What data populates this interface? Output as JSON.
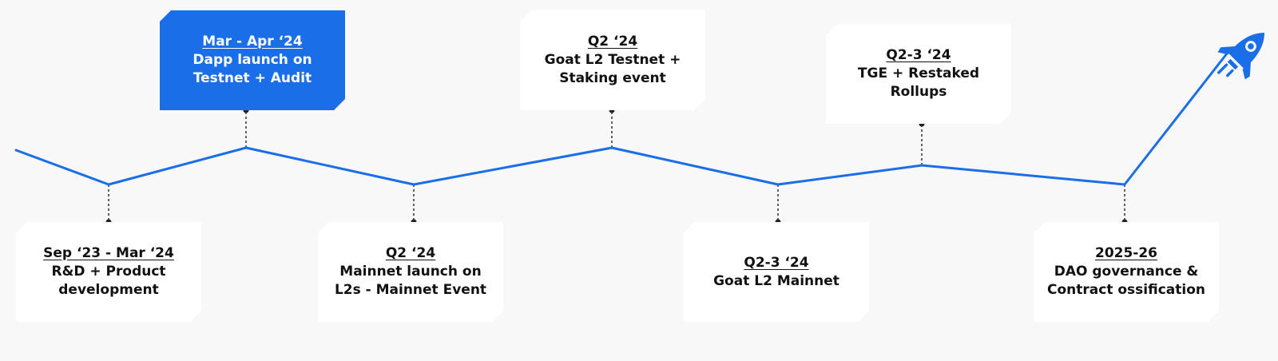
{
  "colors": {
    "accent": "#1a6ee8",
    "line": "#1a6ee8",
    "card": "#ffffff",
    "connector": "#222222"
  },
  "milestones": [
    {
      "date": "Sep ‘23 - Mar ‘24",
      "desc": "R&D + Product\ndevelopment",
      "position": "below",
      "active": false
    },
    {
      "date": "Mar - Apr ‘24",
      "desc": "Dapp launch on\nTestnet + Audit",
      "position": "above",
      "active": true
    },
    {
      "date": "Q2 ‘24",
      "desc": "Mainnet launch on\nL2s - Mainnet Event",
      "position": "below",
      "active": false
    },
    {
      "date": "Q2 ‘24",
      "desc": "Goat L2 Testnet +\nStaking event",
      "position": "above",
      "active": false
    },
    {
      "date": "Q2-3 ‘24",
      "desc": "Goat L2 Mainnet",
      "position": "below",
      "active": false
    },
    {
      "date": "Q2-3 ‘24",
      "desc": "TGE + Restaked\nRollups",
      "position": "above",
      "active": false
    },
    {
      "date": "2025-26",
      "desc": "DAO governance &\nContract ossification",
      "position": "below",
      "active": false
    }
  ],
  "icons": {
    "end": "rocket-icon"
  }
}
